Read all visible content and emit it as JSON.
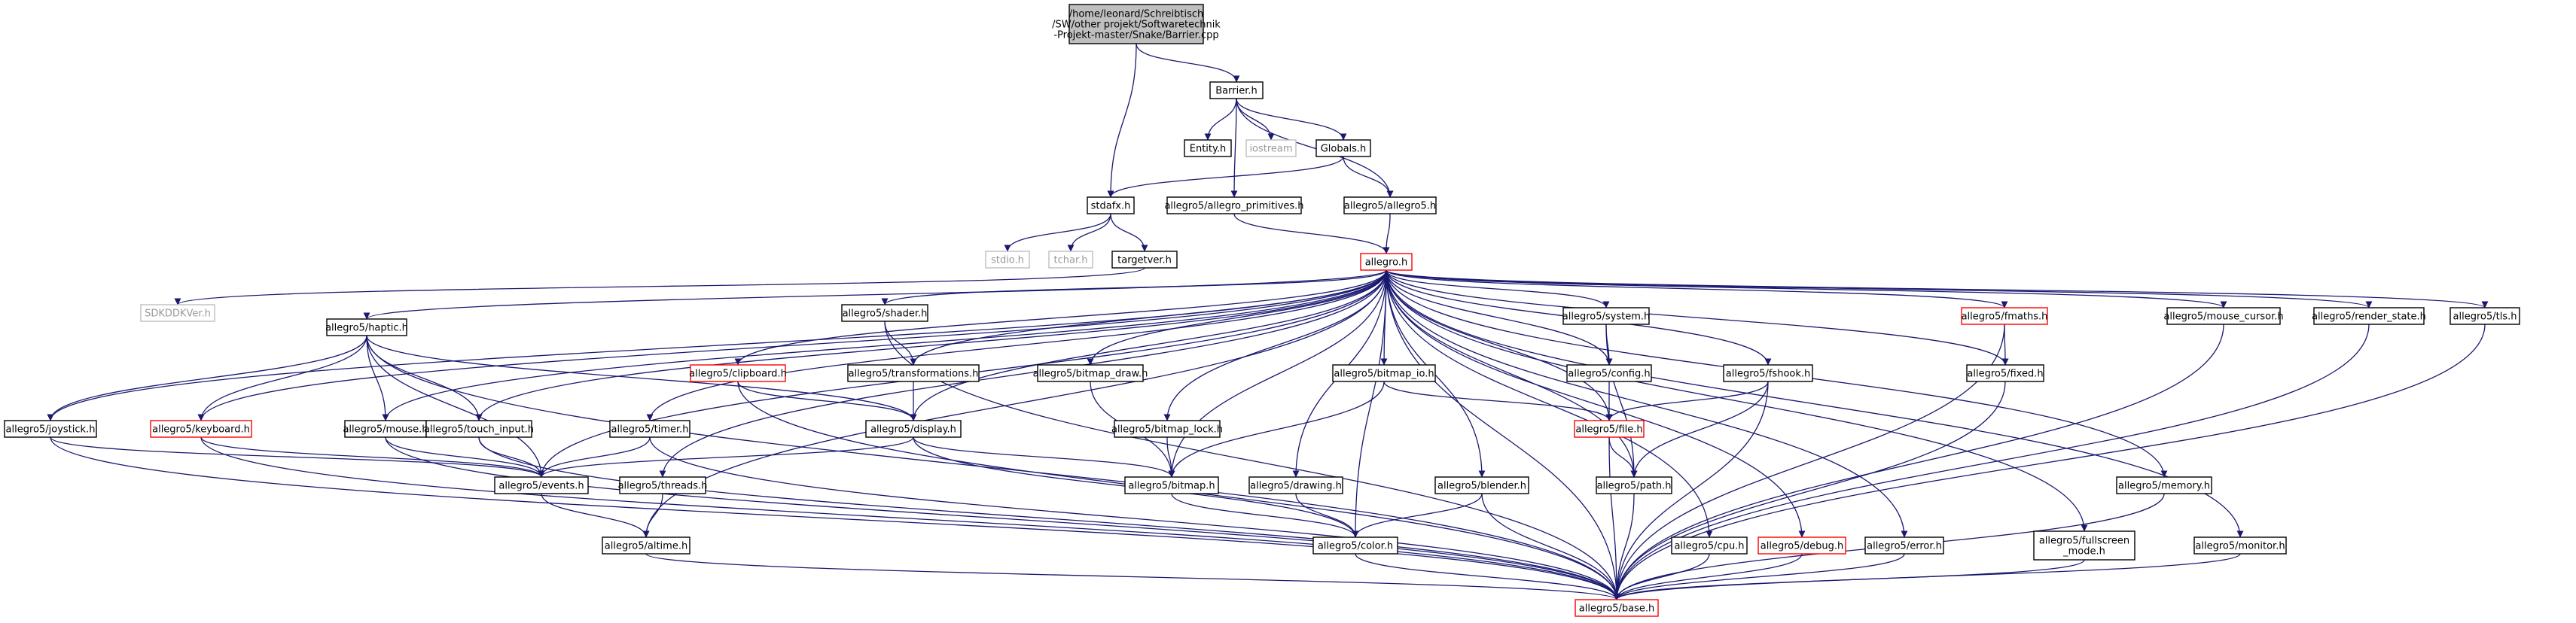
{
  "colors": {
    "edge": "#191970",
    "node_border": "#000000",
    "node_border_red": "#ff0000",
    "node_border_ghost": "#bfbfbf",
    "root_fill": "#bfbfbf",
    "text": "#000000",
    "text_ghost": "#9a9a9a"
  },
  "nodes": {
    "root": {
      "lines": [
        "/home/leonard/Schreibtisch",
        "/SW/other projekt/Softwaretechnik",
        "-Projekt-master/Snake/Barrier.cpp"
      ],
      "style": "root"
    },
    "barrier": {
      "lines": [
        "Barrier.h"
      ],
      "style": "normal"
    },
    "entity": {
      "lines": [
        "Entity.h"
      ],
      "style": "normal"
    },
    "iostream": {
      "lines": [
        "iostream"
      ],
      "style": "ghost"
    },
    "globals": {
      "lines": [
        "Globals.h"
      ],
      "style": "normal"
    },
    "stdafx": {
      "lines": [
        "stdafx.h"
      ],
      "style": "normal"
    },
    "a5prim": {
      "lines": [
        "allegro5/allegro_primitives.h"
      ],
      "style": "normal"
    },
    "a5allegro": {
      "lines": [
        "allegro5/allegro5.h"
      ],
      "style": "normal"
    },
    "stdio": {
      "lines": [
        "stdio.h"
      ],
      "style": "ghost"
    },
    "tchar": {
      "lines": [
        "tchar.h"
      ],
      "style": "ghost"
    },
    "targetver": {
      "lines": [
        "targetver.h"
      ],
      "style": "normal"
    },
    "allegro": {
      "lines": [
        "allegro.h"
      ],
      "style": "red"
    },
    "sdkddk": {
      "lines": [
        "SDKDDKVer.h"
      ],
      "style": "ghost"
    },
    "shader": {
      "lines": [
        "allegro5/shader.h"
      ],
      "style": "normal"
    },
    "system": {
      "lines": [
        "allegro5/system.h"
      ],
      "style": "normal"
    },
    "fmaths": {
      "lines": [
        "allegro5/fmaths.h"
      ],
      "style": "red"
    },
    "mousecursor": {
      "lines": [
        "allegro5/mouse_cursor.h"
      ],
      "style": "normal"
    },
    "renderstate": {
      "lines": [
        "allegro5/render_state.h"
      ],
      "style": "normal"
    },
    "tls": {
      "lines": [
        "allegro5/tls.h"
      ],
      "style": "normal"
    },
    "haptic": {
      "lines": [
        "allegro5/haptic.h"
      ],
      "style": "normal"
    },
    "clipboard": {
      "lines": [
        "allegro5/clipboard.h"
      ],
      "style": "red"
    },
    "transform": {
      "lines": [
        "allegro5/transformations.h"
      ],
      "style": "normal"
    },
    "bitmapdraw": {
      "lines": [
        "allegro5/bitmap_draw.h"
      ],
      "style": "normal"
    },
    "config": {
      "lines": [
        "allegro5/config.h"
      ],
      "style": "normal"
    },
    "bitmapio": {
      "lines": [
        "allegro5/bitmap_io.h"
      ],
      "style": "normal"
    },
    "fshook": {
      "lines": [
        "allegro5/fshook.h"
      ],
      "style": "normal"
    },
    "fixed": {
      "lines": [
        "allegro5/fixed.h"
      ],
      "style": "normal"
    },
    "joystick": {
      "lines": [
        "allegro5/joystick.h"
      ],
      "style": "normal"
    },
    "keyboard": {
      "lines": [
        "allegro5/keyboard.h"
      ],
      "style": "red"
    },
    "mouse": {
      "lines": [
        "allegro5/mouse.h"
      ],
      "style": "normal"
    },
    "touch": {
      "lines": [
        "allegro5/touch_input.h"
      ],
      "style": "normal"
    },
    "timer": {
      "lines": [
        "allegro5/timer.h"
      ],
      "style": "normal"
    },
    "display": {
      "lines": [
        "allegro5/display.h"
      ],
      "style": "normal"
    },
    "bitmaplock": {
      "lines": [
        "allegro5/bitmap_lock.h"
      ],
      "style": "normal"
    },
    "file": {
      "lines": [
        "allegro5/file.h"
      ],
      "style": "red"
    },
    "events": {
      "lines": [
        "allegro5/events.h"
      ],
      "style": "normal"
    },
    "threads": {
      "lines": [
        "allegro5/threads.h"
      ],
      "style": "normal"
    },
    "bitmap": {
      "lines": [
        "allegro5/bitmap.h"
      ],
      "style": "normal"
    },
    "drawing": {
      "lines": [
        "allegro5/drawing.h"
      ],
      "style": "normal"
    },
    "blender": {
      "lines": [
        "allegro5/blender.h"
      ],
      "style": "normal"
    },
    "path": {
      "lines": [
        "allegro5/path.h"
      ],
      "style": "normal"
    },
    "memory": {
      "lines": [
        "allegro5/memory.h"
      ],
      "style": "normal"
    },
    "altime": {
      "lines": [
        "allegro5/altime.h"
      ],
      "style": "normal"
    },
    "color": {
      "lines": [
        "allegro5/color.h"
      ],
      "style": "normal"
    },
    "cpu": {
      "lines": [
        "allegro5/cpu.h"
      ],
      "style": "normal"
    },
    "debug": {
      "lines": [
        "allegro5/debug.h"
      ],
      "style": "red"
    },
    "error": {
      "lines": [
        "allegro5/error.h"
      ],
      "style": "normal"
    },
    "fullscreen": {
      "lines": [
        "allegro5/fullscreen",
        "_mode.h"
      ],
      "style": "normal"
    },
    "monitor": {
      "lines": [
        "allegro5/monitor.h"
      ],
      "style": "normal"
    },
    "base": {
      "lines": [
        "allegro5/base.h"
      ],
      "style": "red"
    }
  },
  "edges": [
    [
      "root",
      "barrier"
    ],
    [
      "root",
      "stdafx"
    ],
    [
      "barrier",
      "entity"
    ],
    [
      "barrier",
      "iostream"
    ],
    [
      "barrier",
      "globals"
    ],
    [
      "barrier",
      "a5prim"
    ],
    [
      "barrier",
      "a5allegro"
    ],
    [
      "globals",
      "stdafx"
    ],
    [
      "globals",
      "a5allegro"
    ],
    [
      "stdafx",
      "stdio"
    ],
    [
      "stdafx",
      "tchar"
    ],
    [
      "stdafx",
      "targetver"
    ],
    [
      "a5prim",
      "allegro"
    ],
    [
      "a5allegro",
      "allegro"
    ],
    [
      "targetver",
      "sdkddk"
    ],
    [
      "allegro",
      "shader"
    ],
    [
      "allegro",
      "system"
    ],
    [
      "allegro",
      "fmaths"
    ],
    [
      "allegro",
      "mousecursor"
    ],
    [
      "allegro",
      "renderstate"
    ],
    [
      "allegro",
      "tls"
    ],
    [
      "allegro",
      "haptic"
    ],
    [
      "allegro",
      "clipboard"
    ],
    [
      "allegro",
      "transform"
    ],
    [
      "allegro",
      "bitmapdraw"
    ],
    [
      "allegro",
      "config"
    ],
    [
      "allegro",
      "bitmapio"
    ],
    [
      "allegro",
      "fshook"
    ],
    [
      "allegro",
      "fixed"
    ],
    [
      "allegro",
      "joystick"
    ],
    [
      "allegro",
      "keyboard"
    ],
    [
      "allegro",
      "mouse"
    ],
    [
      "allegro",
      "touch"
    ],
    [
      "allegro",
      "timer"
    ],
    [
      "allegro",
      "display"
    ],
    [
      "allegro",
      "bitmaplock"
    ],
    [
      "allegro",
      "file"
    ],
    [
      "allegro",
      "events"
    ],
    [
      "allegro",
      "threads"
    ],
    [
      "allegro",
      "bitmap"
    ],
    [
      "allegro",
      "drawing"
    ],
    [
      "allegro",
      "blender"
    ],
    [
      "allegro",
      "path"
    ],
    [
      "allegro",
      "memory"
    ],
    [
      "allegro",
      "altime"
    ],
    [
      "allegro",
      "color"
    ],
    [
      "allegro",
      "cpu"
    ],
    [
      "allegro",
      "debug"
    ],
    [
      "allegro",
      "error"
    ],
    [
      "allegro",
      "fullscreen"
    ],
    [
      "allegro",
      "monitor"
    ],
    [
      "allegro",
      "base"
    ],
    [
      "shader",
      "transform"
    ],
    [
      "shader",
      "base"
    ],
    [
      "system",
      "config"
    ],
    [
      "system",
      "path"
    ],
    [
      "fmaths",
      "fixed"
    ],
    [
      "fmaths",
      "base"
    ],
    [
      "mousecursor",
      "base"
    ],
    [
      "renderstate",
      "base"
    ],
    [
      "tls",
      "base"
    ],
    [
      "haptic",
      "joystick"
    ],
    [
      "haptic",
      "keyboard"
    ],
    [
      "haptic",
      "mouse"
    ],
    [
      "haptic",
      "touch"
    ],
    [
      "haptic",
      "display"
    ],
    [
      "haptic",
      "events"
    ],
    [
      "haptic",
      "base"
    ],
    [
      "clipboard",
      "display"
    ],
    [
      "clipboard",
      "base"
    ],
    [
      "transform",
      "display"
    ],
    [
      "bitmapdraw",
      "bitmap"
    ],
    [
      "config",
      "file"
    ],
    [
      "bitmapio",
      "file"
    ],
    [
      "bitmapio",
      "bitmap"
    ],
    [
      "fshook",
      "file"
    ],
    [
      "fshook",
      "path"
    ],
    [
      "fshook",
      "base"
    ],
    [
      "fixed",
      "base"
    ],
    [
      "joystick",
      "events"
    ],
    [
      "joystick",
      "base"
    ],
    [
      "keyboard",
      "events"
    ],
    [
      "keyboard",
      "base"
    ],
    [
      "mouse",
      "events"
    ],
    [
      "mouse",
      "base"
    ],
    [
      "touch",
      "events"
    ],
    [
      "touch",
      "base"
    ],
    [
      "timer",
      "events"
    ],
    [
      "timer",
      "base"
    ],
    [
      "display",
      "events"
    ],
    [
      "display",
      "bitmap"
    ],
    [
      "display",
      "color"
    ],
    [
      "bitmaplock",
      "bitmap"
    ],
    [
      "file",
      "path"
    ],
    [
      "file",
      "base"
    ],
    [
      "events",
      "altime"
    ],
    [
      "threads",
      "altime"
    ],
    [
      "bitmap",
      "color"
    ],
    [
      "drawing",
      "color"
    ],
    [
      "blender",
      "color"
    ],
    [
      "blender",
      "base"
    ],
    [
      "path",
      "base"
    ],
    [
      "memory",
      "base"
    ],
    [
      "altime",
      "base"
    ],
    [
      "color",
      "base"
    ],
    [
      "cpu",
      "base"
    ],
    [
      "debug",
      "base"
    ],
    [
      "error",
      "base"
    ],
    [
      "fullscreen",
      "base"
    ],
    [
      "monitor",
      "base"
    ]
  ]
}
